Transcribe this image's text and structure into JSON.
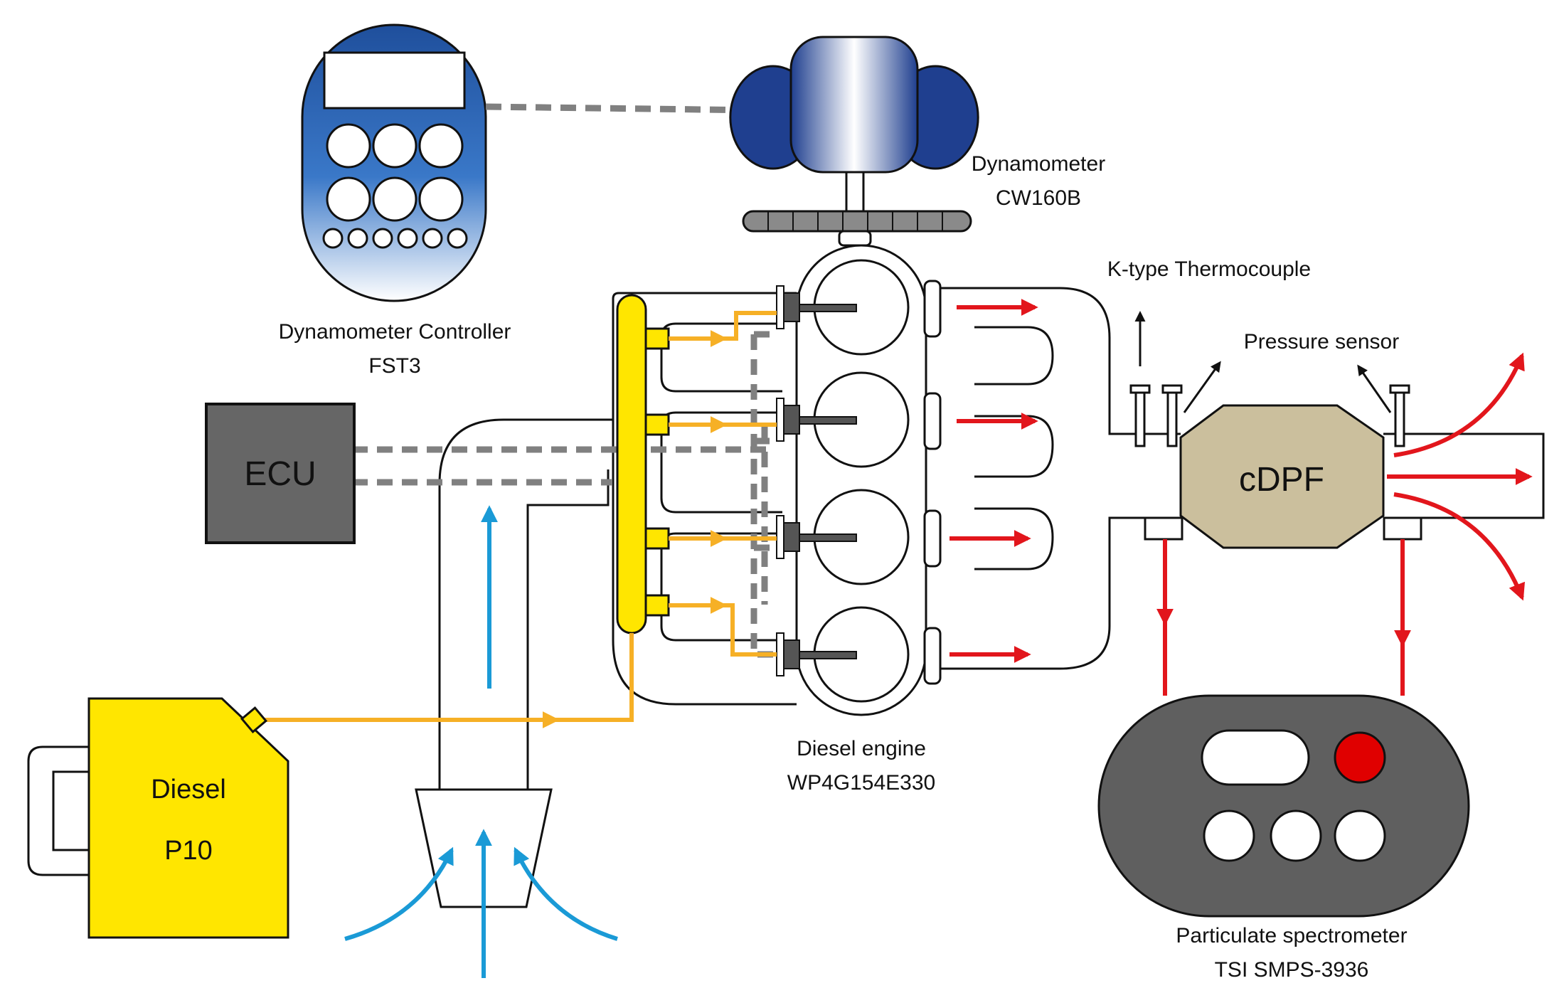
{
  "labels": {
    "dyno_controller_line1": "Dynamometer Controller",
    "dyno_controller_line2": "FST3",
    "dynamometer_line1": "Dynamometer",
    "dynamometer_line2": "CW160B",
    "ecu": "ECU",
    "diesel_tank_line1": "Diesel",
    "diesel_tank_line2": "P10",
    "engine_line1": "Diesel engine",
    "engine_line2": "WP4G154E330",
    "thermocouple": "K-type Thermocouple",
    "pressure_sensor": "Pressure sensor",
    "cdpf": "cDPF",
    "spectrometer_line1": "Particulate spectrometer",
    "spectrometer_line2": "TSI SMPS-3936"
  },
  "colors": {
    "fuel": "#f6b026",
    "air": "#1a9ad6",
    "exhaust": "#e2161c",
    "signal": "#808080",
    "fuel_rail": "#ffe600",
    "dpf": "#cbbf9d",
    "ecu": "#666666",
    "spectrometer": "#5f5f5f",
    "controller": "#2d66b8",
    "indicator": "#e00000"
  }
}
